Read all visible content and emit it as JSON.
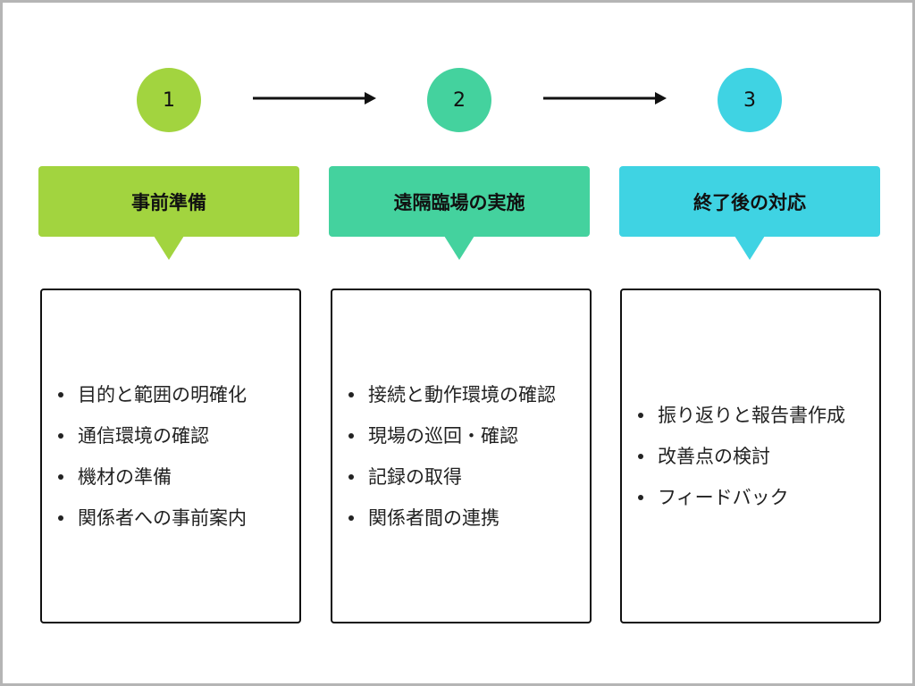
{
  "steps": [
    {
      "number": "1",
      "title": "事前準備",
      "color": "#a2d43f",
      "items": [
        "目的と範囲の明確化",
        "通信環境の確認",
        "機材の準備",
        "関係者への事前案内"
      ]
    },
    {
      "number": "2",
      "title": "遠隔臨場の実施",
      "color": "#44d29e",
      "items": [
        "接続と動作環境の確認",
        "現場の巡回・確認",
        "記録の取得",
        "関係者間の連携"
      ]
    },
    {
      "number": "3",
      "title": "終了後の対応",
      "color": "#3fd3e3",
      "items": [
        "振り返りと報告書作成",
        "改善点の検討",
        "フィードバック"
      ]
    }
  ]
}
